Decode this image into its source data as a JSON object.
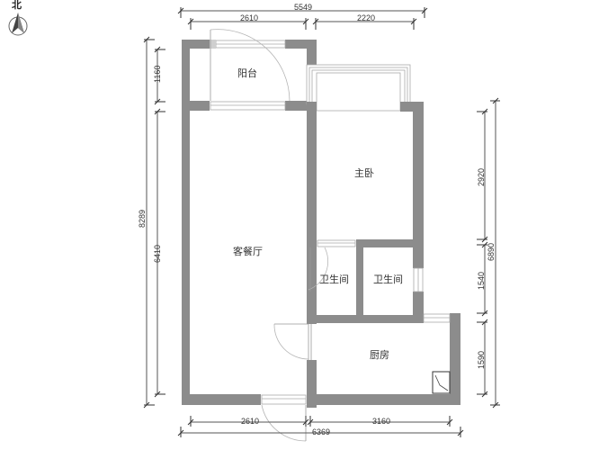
{
  "compass": {
    "label": "北",
    "icon": "north-arrow-icon"
  },
  "rooms": {
    "balcony": "阳台",
    "master_bedroom": "主卧",
    "living_dining": "客餐厅",
    "bathroom_1": "卫生间",
    "bathroom_2": "卫生间",
    "kitchen": "厨房"
  },
  "dimensions": {
    "top_total": "5549",
    "top_left": "2610",
    "top_right": "2220",
    "bottom_left": "2610",
    "bottom_right": "3160",
    "bottom_total": "6369",
    "left_total": "8289",
    "left_top": "1160",
    "left_bottom": "6410",
    "right_total": "6890",
    "right_top": "2920",
    "right_middle": "1540",
    "right_bottom": "1590"
  },
  "colors": {
    "wall": "#8c8c8c",
    "dimension_line": "#555555",
    "text": "#333333"
  }
}
